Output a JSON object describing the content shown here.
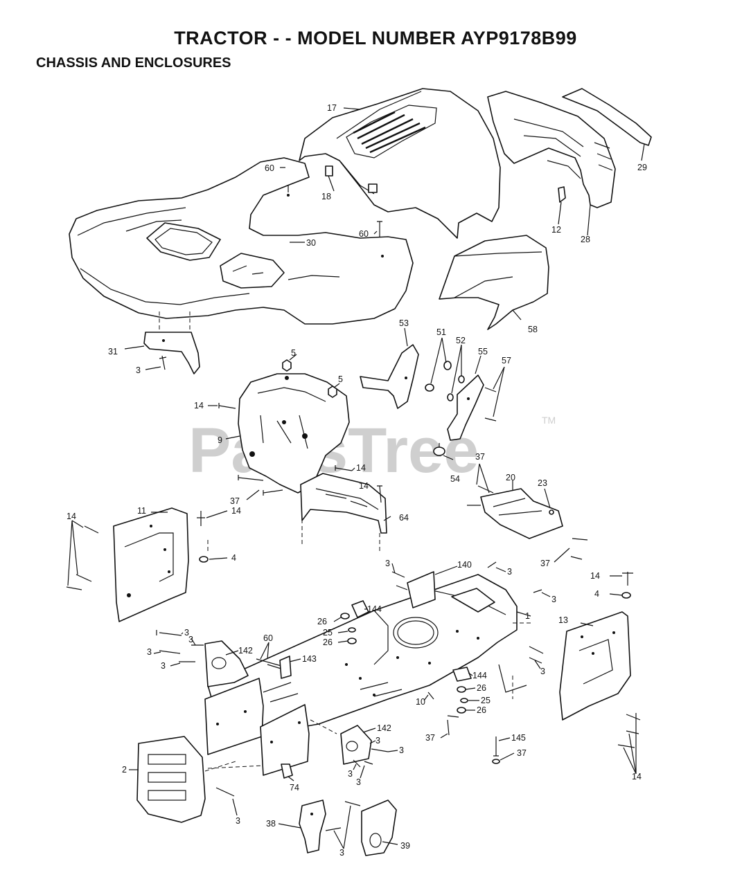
{
  "header": {
    "title": "TRACTOR - - MODEL NUMBER AYP9178B99",
    "section": "CHASSIS AND ENCLOSURES"
  },
  "watermark": {
    "brand": "PartsTree",
    "trademark": "TM"
  },
  "callouts": [
    {
      "id": "17",
      "label": "17"
    },
    {
      "id": "29",
      "label": "29"
    },
    {
      "id": "60a",
      "label": "60"
    },
    {
      "id": "18",
      "label": "18"
    },
    {
      "id": "12",
      "label": "12"
    },
    {
      "id": "28",
      "label": "28"
    },
    {
      "id": "60b",
      "label": "60"
    },
    {
      "id": "30",
      "label": "30"
    },
    {
      "id": "58",
      "label": "58"
    },
    {
      "id": "31",
      "label": "31"
    },
    {
      "id": "3a",
      "label": "3"
    },
    {
      "id": "5a",
      "label": "5"
    },
    {
      "id": "5b",
      "label": "5"
    },
    {
      "id": "53",
      "label": "53"
    },
    {
      "id": "51",
      "label": "51"
    },
    {
      "id": "52",
      "label": "52"
    },
    {
      "id": "55",
      "label": "55"
    },
    {
      "id": "57",
      "label": "57"
    },
    {
      "id": "14a",
      "label": "14"
    },
    {
      "id": "9",
      "label": "9"
    },
    {
      "id": "14b",
      "label": "14"
    },
    {
      "id": "54",
      "label": "54"
    },
    {
      "id": "37a",
      "label": "37"
    },
    {
      "id": "14c",
      "label": "14"
    },
    {
      "id": "37b",
      "label": "37"
    },
    {
      "id": "20",
      "label": "20"
    },
    {
      "id": "23",
      "label": "23"
    },
    {
      "id": "11",
      "label": "11"
    },
    {
      "id": "14d",
      "label": "14"
    },
    {
      "id": "14e",
      "label": "14"
    },
    {
      "id": "4a",
      "label": "4"
    },
    {
      "id": "64",
      "label": "64"
    },
    {
      "id": "37c",
      "label": "37"
    },
    {
      "id": "3b",
      "label": "3"
    },
    {
      "id": "140",
      "label": "140"
    },
    {
      "id": "3c",
      "label": "3"
    },
    {
      "id": "14f",
      "label": "14"
    },
    {
      "id": "4b",
      "label": "4"
    },
    {
      "id": "3d",
      "label": "3"
    },
    {
      "id": "144a",
      "label": "144"
    },
    {
      "id": "26a",
      "label": "26"
    },
    {
      "id": "1",
      "label": "1"
    },
    {
      "id": "13",
      "label": "13"
    },
    {
      "id": "25a",
      "label": "25"
    },
    {
      "id": "26b",
      "label": "26"
    },
    {
      "id": "3e",
      "label": "3"
    },
    {
      "id": "3f",
      "label": "3"
    },
    {
      "id": "60c",
      "label": "60"
    },
    {
      "id": "142a",
      "label": "142"
    },
    {
      "id": "3g",
      "label": "3"
    },
    {
      "id": "143",
      "label": "143"
    },
    {
      "id": "3h",
      "label": "3"
    },
    {
      "id": "3i",
      "label": "3"
    },
    {
      "id": "144b",
      "label": "144"
    },
    {
      "id": "26c",
      "label": "26"
    },
    {
      "id": "10",
      "label": "10"
    },
    {
      "id": "25b",
      "label": "25"
    },
    {
      "id": "26d",
      "label": "26"
    },
    {
      "id": "142b",
      "label": "142"
    },
    {
      "id": "3j",
      "label": "3"
    },
    {
      "id": "37d",
      "label": "37"
    },
    {
      "id": "145",
      "label": "145"
    },
    {
      "id": "3k",
      "label": "3"
    },
    {
      "id": "2",
      "label": "2"
    },
    {
      "id": "37e",
      "label": "37"
    },
    {
      "id": "3l",
      "label": "3"
    },
    {
      "id": "3m",
      "label": "3"
    },
    {
      "id": "74",
      "label": "74"
    },
    {
      "id": "14g",
      "label": "14"
    },
    {
      "id": "3n",
      "label": "3"
    },
    {
      "id": "38",
      "label": "38"
    },
    {
      "id": "39",
      "label": "39"
    },
    {
      "id": "3o",
      "label": "3"
    }
  ]
}
